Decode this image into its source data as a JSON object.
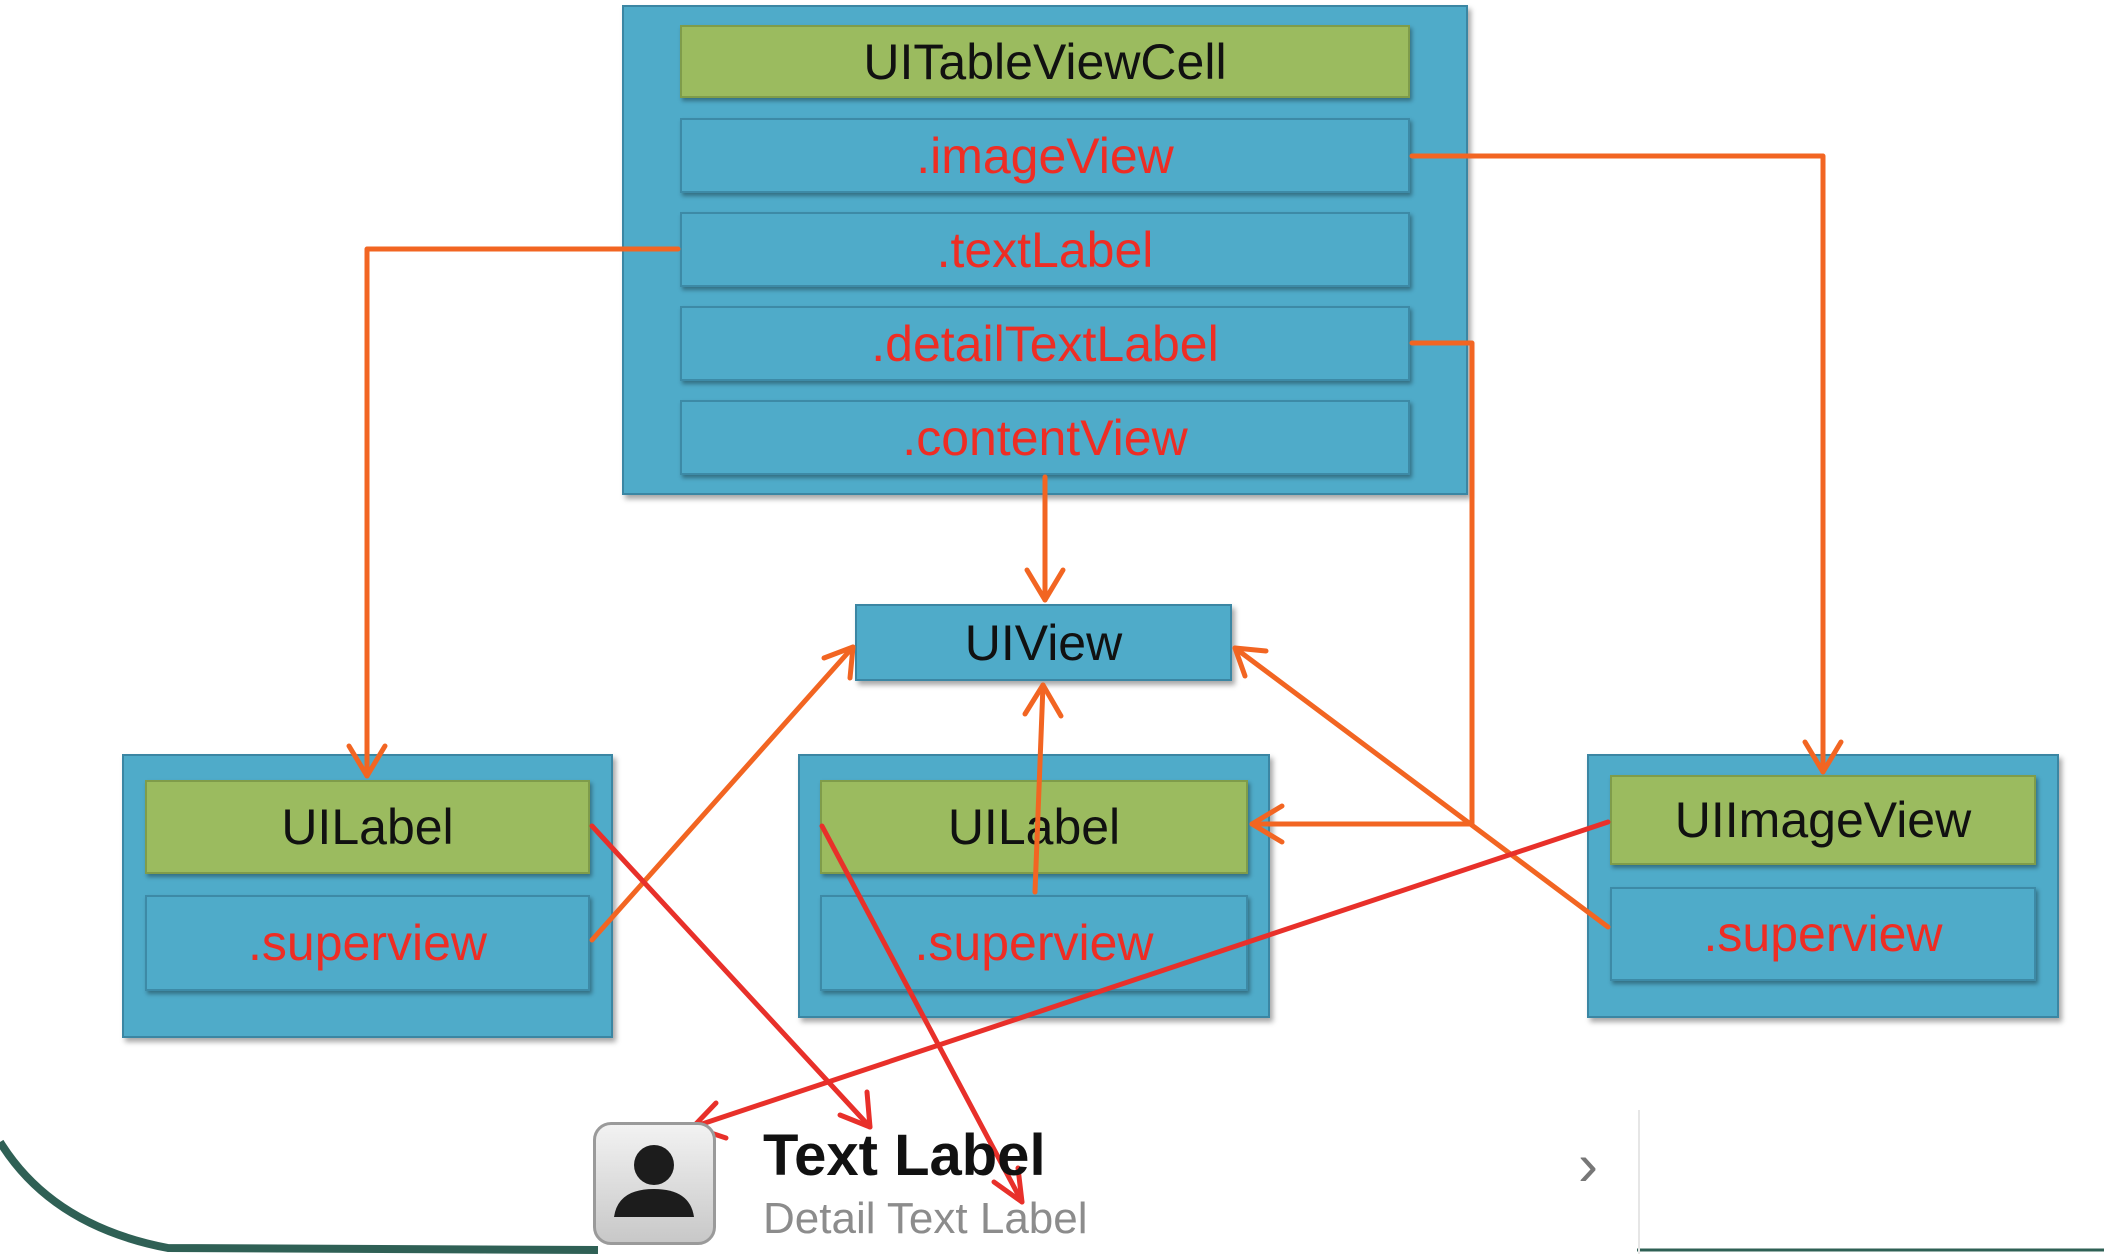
{
  "diagram": {
    "cell": {
      "title": "UITableViewCell",
      "properties": [
        ".imageView",
        ".textLabel",
        ".detailTextLabel",
        ".contentView"
      ]
    },
    "content_view": {
      "title": "UIView"
    },
    "left_label": {
      "title": "UILabel",
      "property": ".superview"
    },
    "middle_label": {
      "title": "UILabel",
      "property": ".superview"
    },
    "image_view": {
      "title": "UIImageView",
      "property": ".superview"
    }
  },
  "cell_preview": {
    "text_label": "Text Label",
    "detail_label": "Detail Text Label",
    "avatar_icon": "person-silhouette-icon",
    "accessory_icon": "chevron-right-icon"
  },
  "colors": {
    "box_blue": "#4fabc9",
    "title_green": "#9bbb5f",
    "property_red": "#ee2d24",
    "arrow_orange": "#f26522",
    "arrow_red": "#e8302a"
  }
}
